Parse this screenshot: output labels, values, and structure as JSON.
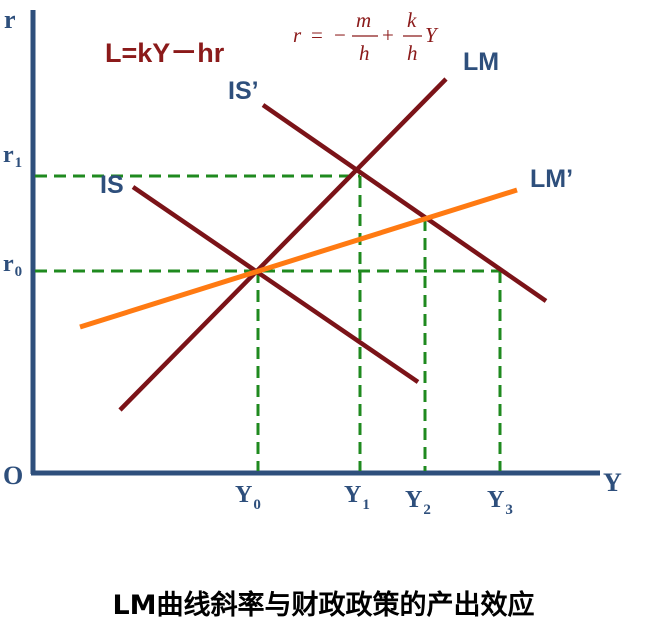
{
  "axes": {
    "y_label": "r",
    "x_label": "Y",
    "origin_label": "O"
  },
  "curves": {
    "lm": "LM",
    "lm_prime": "LM’",
    "is": "IS",
    "is_prime": "IS’"
  },
  "ticks": {
    "r0": {
      "base": "r",
      "sub": "0"
    },
    "r1": {
      "base": "r",
      "sub": "1"
    },
    "y0": {
      "base": "Y",
      "sub": "0"
    },
    "y1": {
      "base": "Y",
      "sub": "1"
    },
    "y2": {
      "base": "Y",
      "sub": "2"
    },
    "y3": {
      "base": "Y",
      "sub": "3"
    }
  },
  "formulas": {
    "money_demand": "L=kY－hr",
    "lm_equation": {
      "lhs": "r",
      "equals": "=",
      "minus": "−",
      "plus": "+",
      "m": "m",
      "h": "h",
      "k": "k",
      "y": "Y"
    }
  },
  "caption": "LM曲线斜率与财政政策的产出效应",
  "colors": {
    "axis": "#2e4f7c",
    "lm_curves": "#7b1318",
    "lm_prime": "#ff7a12",
    "guides": "#1f8a1f",
    "formula": "#8b1a1a"
  }
}
